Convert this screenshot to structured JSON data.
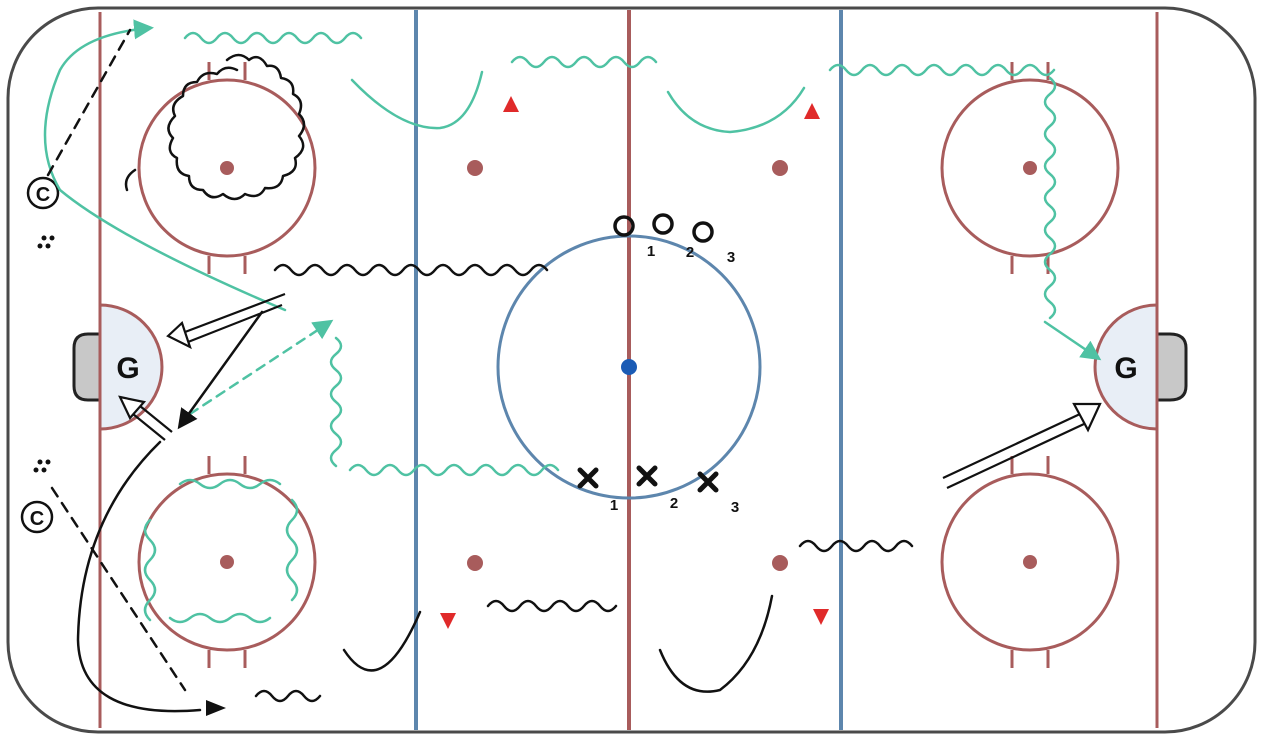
{
  "rink": {
    "boards_color": "#4a4a4a",
    "red_line_color": "#a85c5c",
    "blue_line_color": "#5d86ad",
    "center_dot_color": "#1a5bb5",
    "crease_fill": "#e8eef6",
    "net_fill": "#c8c8c8"
  },
  "colors": {
    "team_a": "#4fc2a3",
    "team_b": "#111111",
    "cone": "#e02a2a"
  },
  "goalies": {
    "left": "G",
    "right": "G"
  },
  "coaches": {
    "top": "C",
    "bottom": "C"
  },
  "players_o": [
    "1",
    "2",
    "3"
  ],
  "players_x": [
    "1",
    "2",
    "3"
  ],
  "icons": {
    "puck_pile": "puck-pile-icon",
    "cone": "cone-icon",
    "coach": "coach-circle-icon"
  }
}
